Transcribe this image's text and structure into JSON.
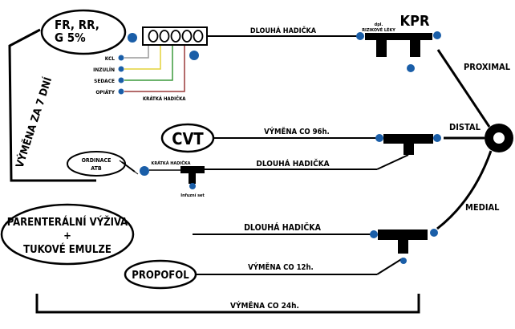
{
  "colors": {
    "accent_dot": "#1a5ea8",
    "line": "#000000",
    "kcl_line": "#9a9a9a",
    "inzulin_line": "#e3d23a",
    "sedace_line": "#3c9a3c",
    "opiaty_line": "#9a3a3a"
  },
  "nodes": {
    "fr_rr_g": {
      "line1": "FR, RR,",
      "line2": "G 5%"
    },
    "kpr": {
      "title": "KPR",
      "caption_line1": "dpl.",
      "caption_line2": "RIZIKOVÉ LÉKY"
    },
    "cvt": {
      "title": "CVT"
    },
    "ordinace": {
      "line1": "ORDINACE",
      "line2": "ATB"
    },
    "parenteral": {
      "line1": "PARENTERÁLNÍ VÝŽIVA",
      "line2": "+",
      "line3": "TUKOVÉ EMULZE"
    },
    "propofol": {
      "title": "PROPOFOL"
    }
  },
  "meds": [
    "KCL",
    "INZULÍN",
    "SEDACE",
    "OPIÁTY"
  ],
  "labels": {
    "dlouha_top": "DLOUHÁ HADIČKA",
    "kratka_small": "KRÁTKÁ HADIČKA",
    "vymena_96": "VÝMĚNA CO 96h.",
    "kratka_mid": "KRÁTKÁ HADIČKA",
    "dlouha_mid": "DLOUHÁ HADIČKA",
    "infuzni_set": "Infuzní set",
    "dlouha_bottom": "DLOUHÁ HADIČKA",
    "vymena_12": "VÝMĚNA CO 12h.",
    "vymena_24": "VÝMĚNA CO 24h.",
    "vymena_7": "VÝMĚNA ZA 7 DNÍ",
    "proximal": "PROXIMAL",
    "distal": "DISTAL",
    "medial": "MEDIAL"
  }
}
